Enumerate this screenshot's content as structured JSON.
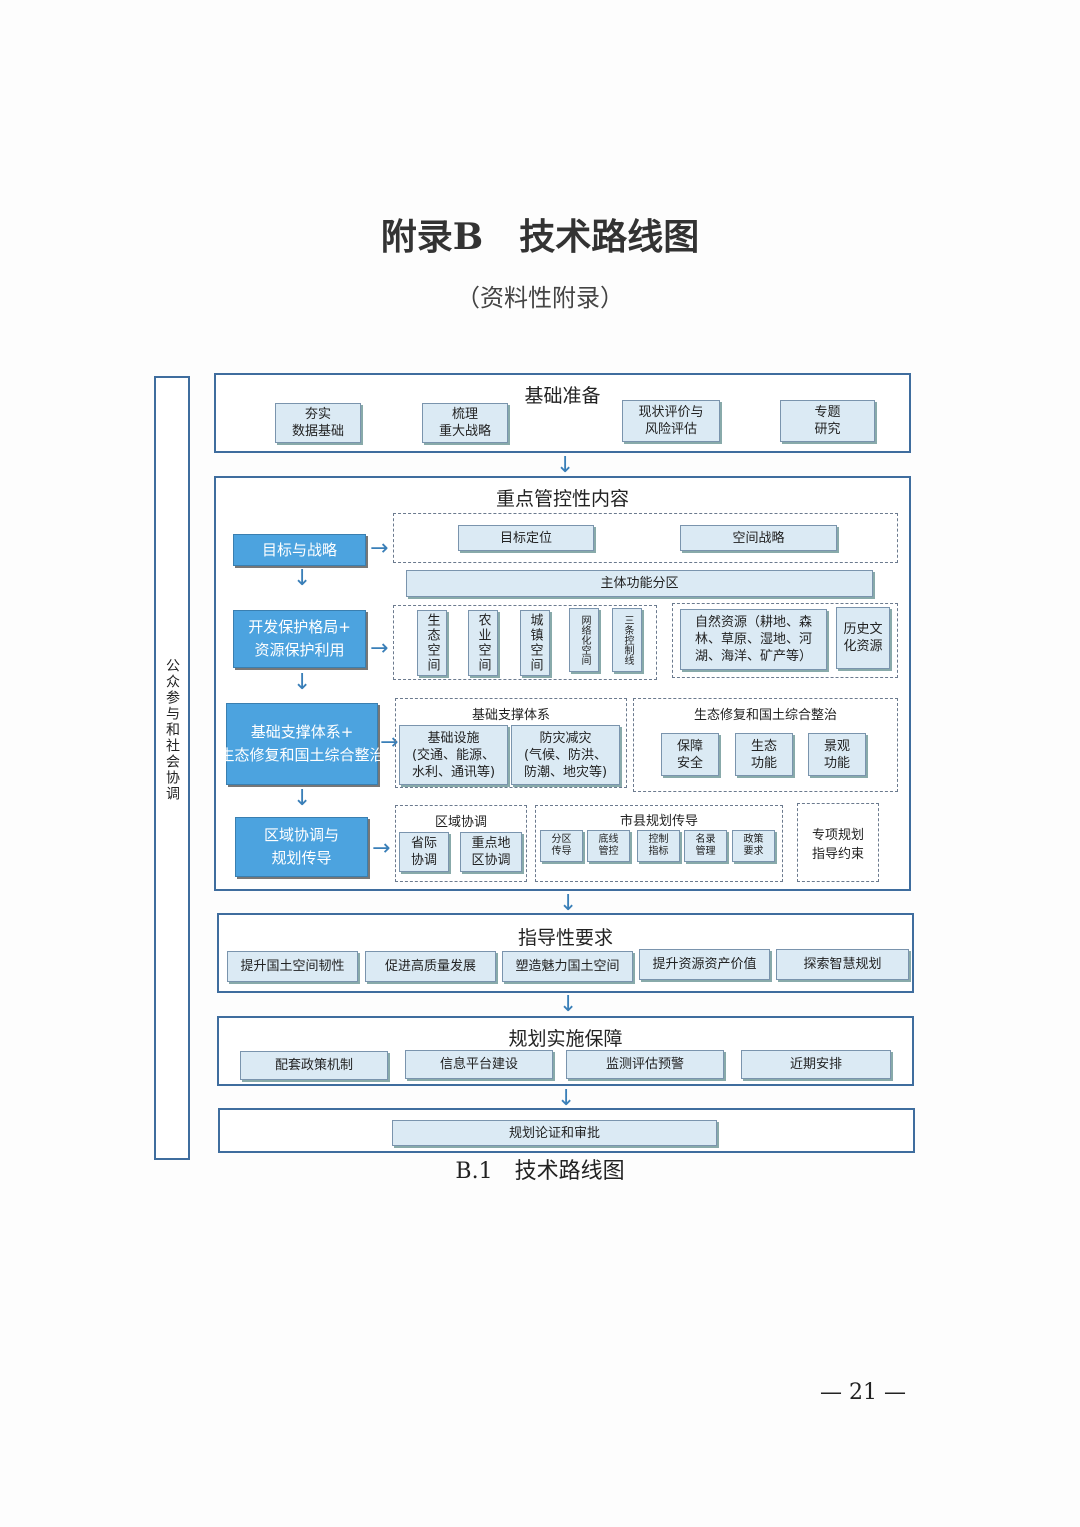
{
  "title": "附录B　技术路线图",
  "subtitle": "（资料性附录）",
  "side": "公众参与和社会协调",
  "s1": {
    "head": "基础准备",
    "items": [
      "夯实\n数据基础",
      "梳理\n重大战略",
      "现状评价与\n风险评估",
      "专题\n研究"
    ]
  },
  "s2": {
    "head": "重点管控性内容",
    "left": [
      "目标与战略",
      "开发保护格局+\n资源保护利用",
      "基础支撑体系+\n生态修复和国土综合整治",
      "区域协调与\n规划传导"
    ],
    "goal": [
      "目标定位",
      "空间战略"
    ],
    "zone": "主体功能分区",
    "spaces": [
      "生态空间",
      "农业空间",
      "城镇空间",
      "网络化空间",
      "三条控制线"
    ],
    "natural": "自然资源（耕地、森林、草原、湿地、河湖、海洋、矿产等）",
    "history": "历史文化资源",
    "support_head": "基础支撑体系",
    "support": [
      "基础设施\n(交通、能源、\n水利、通讯等)",
      "防灾减灾\n(气候、防洪、\n防潮、地灾等)"
    ],
    "eco_head": "生态修复和国土综合整治",
    "eco": [
      "保障\n安全",
      "生态\n功能",
      "景观\n功能"
    ],
    "region_head": "区域协调",
    "region": [
      "省际\n协调",
      "重点地\n区协调"
    ],
    "county_head": "市县规划传导",
    "county": [
      "分区\n传导",
      "底线\n管控",
      "控制\n指标",
      "名录\n管理",
      "政策\n要求"
    ],
    "special": "专项规划\n指导约束"
  },
  "s3": {
    "head": "指导性要求",
    "items": [
      "提升国土空间韧性",
      "促进高质量发展",
      "塑造魅力国土空间",
      "提升资源资产价值",
      "探索智慧规划"
    ]
  },
  "s4": {
    "head": "规划实施保障",
    "items": [
      "配套政策机制",
      "信息平台建设",
      "监测评估预警",
      "近期安排"
    ]
  },
  "s5": {
    "item": "规划论证和审批"
  },
  "caption": "B.1　技术路线图",
  "page": "— 21 —"
}
